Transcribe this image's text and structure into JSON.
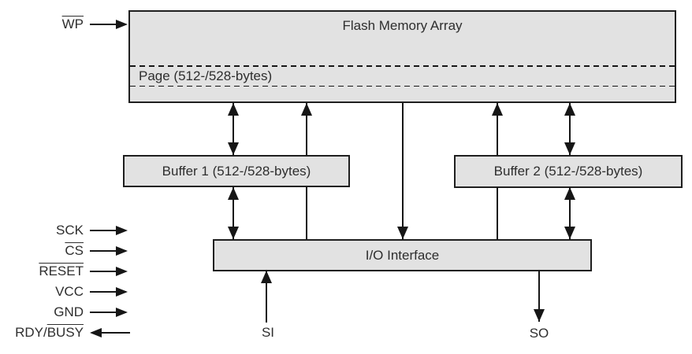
{
  "colors": {
    "background": "#ffffff",
    "box_fill": "#e2e2e2",
    "box_border": "#1f1f1f",
    "line": "#161616",
    "text": "#2e2e2e"
  },
  "blocks": {
    "flash": {
      "label": "Flash Memory Array",
      "page_label": "Page (512-/528-bytes)"
    },
    "buffer1": {
      "label": "Buffer 1 (512-/528-bytes)"
    },
    "buffer2": {
      "label": "Buffer 2 (512-/528-bytes)"
    },
    "io": {
      "label": "I/O Interface"
    }
  },
  "signals": {
    "wp": {
      "pre": "",
      "over": "WP",
      "direction": "input"
    },
    "sck": {
      "pre": "SCK",
      "over": "",
      "direction": "input"
    },
    "cs": {
      "pre": "",
      "over": "CS",
      "direction": "input"
    },
    "reset": {
      "pre": "",
      "over": "RESET",
      "direction": "input"
    },
    "vcc": {
      "pre": "VCC",
      "over": "",
      "direction": "input"
    },
    "gnd": {
      "pre": "GND",
      "over": "",
      "direction": "input"
    },
    "rdy_busy": {
      "pre": "RDY/",
      "over": "BUSY",
      "direction": "output"
    },
    "si": {
      "label": "SI",
      "direction": "input"
    },
    "so": {
      "label": "SO",
      "direction": "output"
    }
  }
}
